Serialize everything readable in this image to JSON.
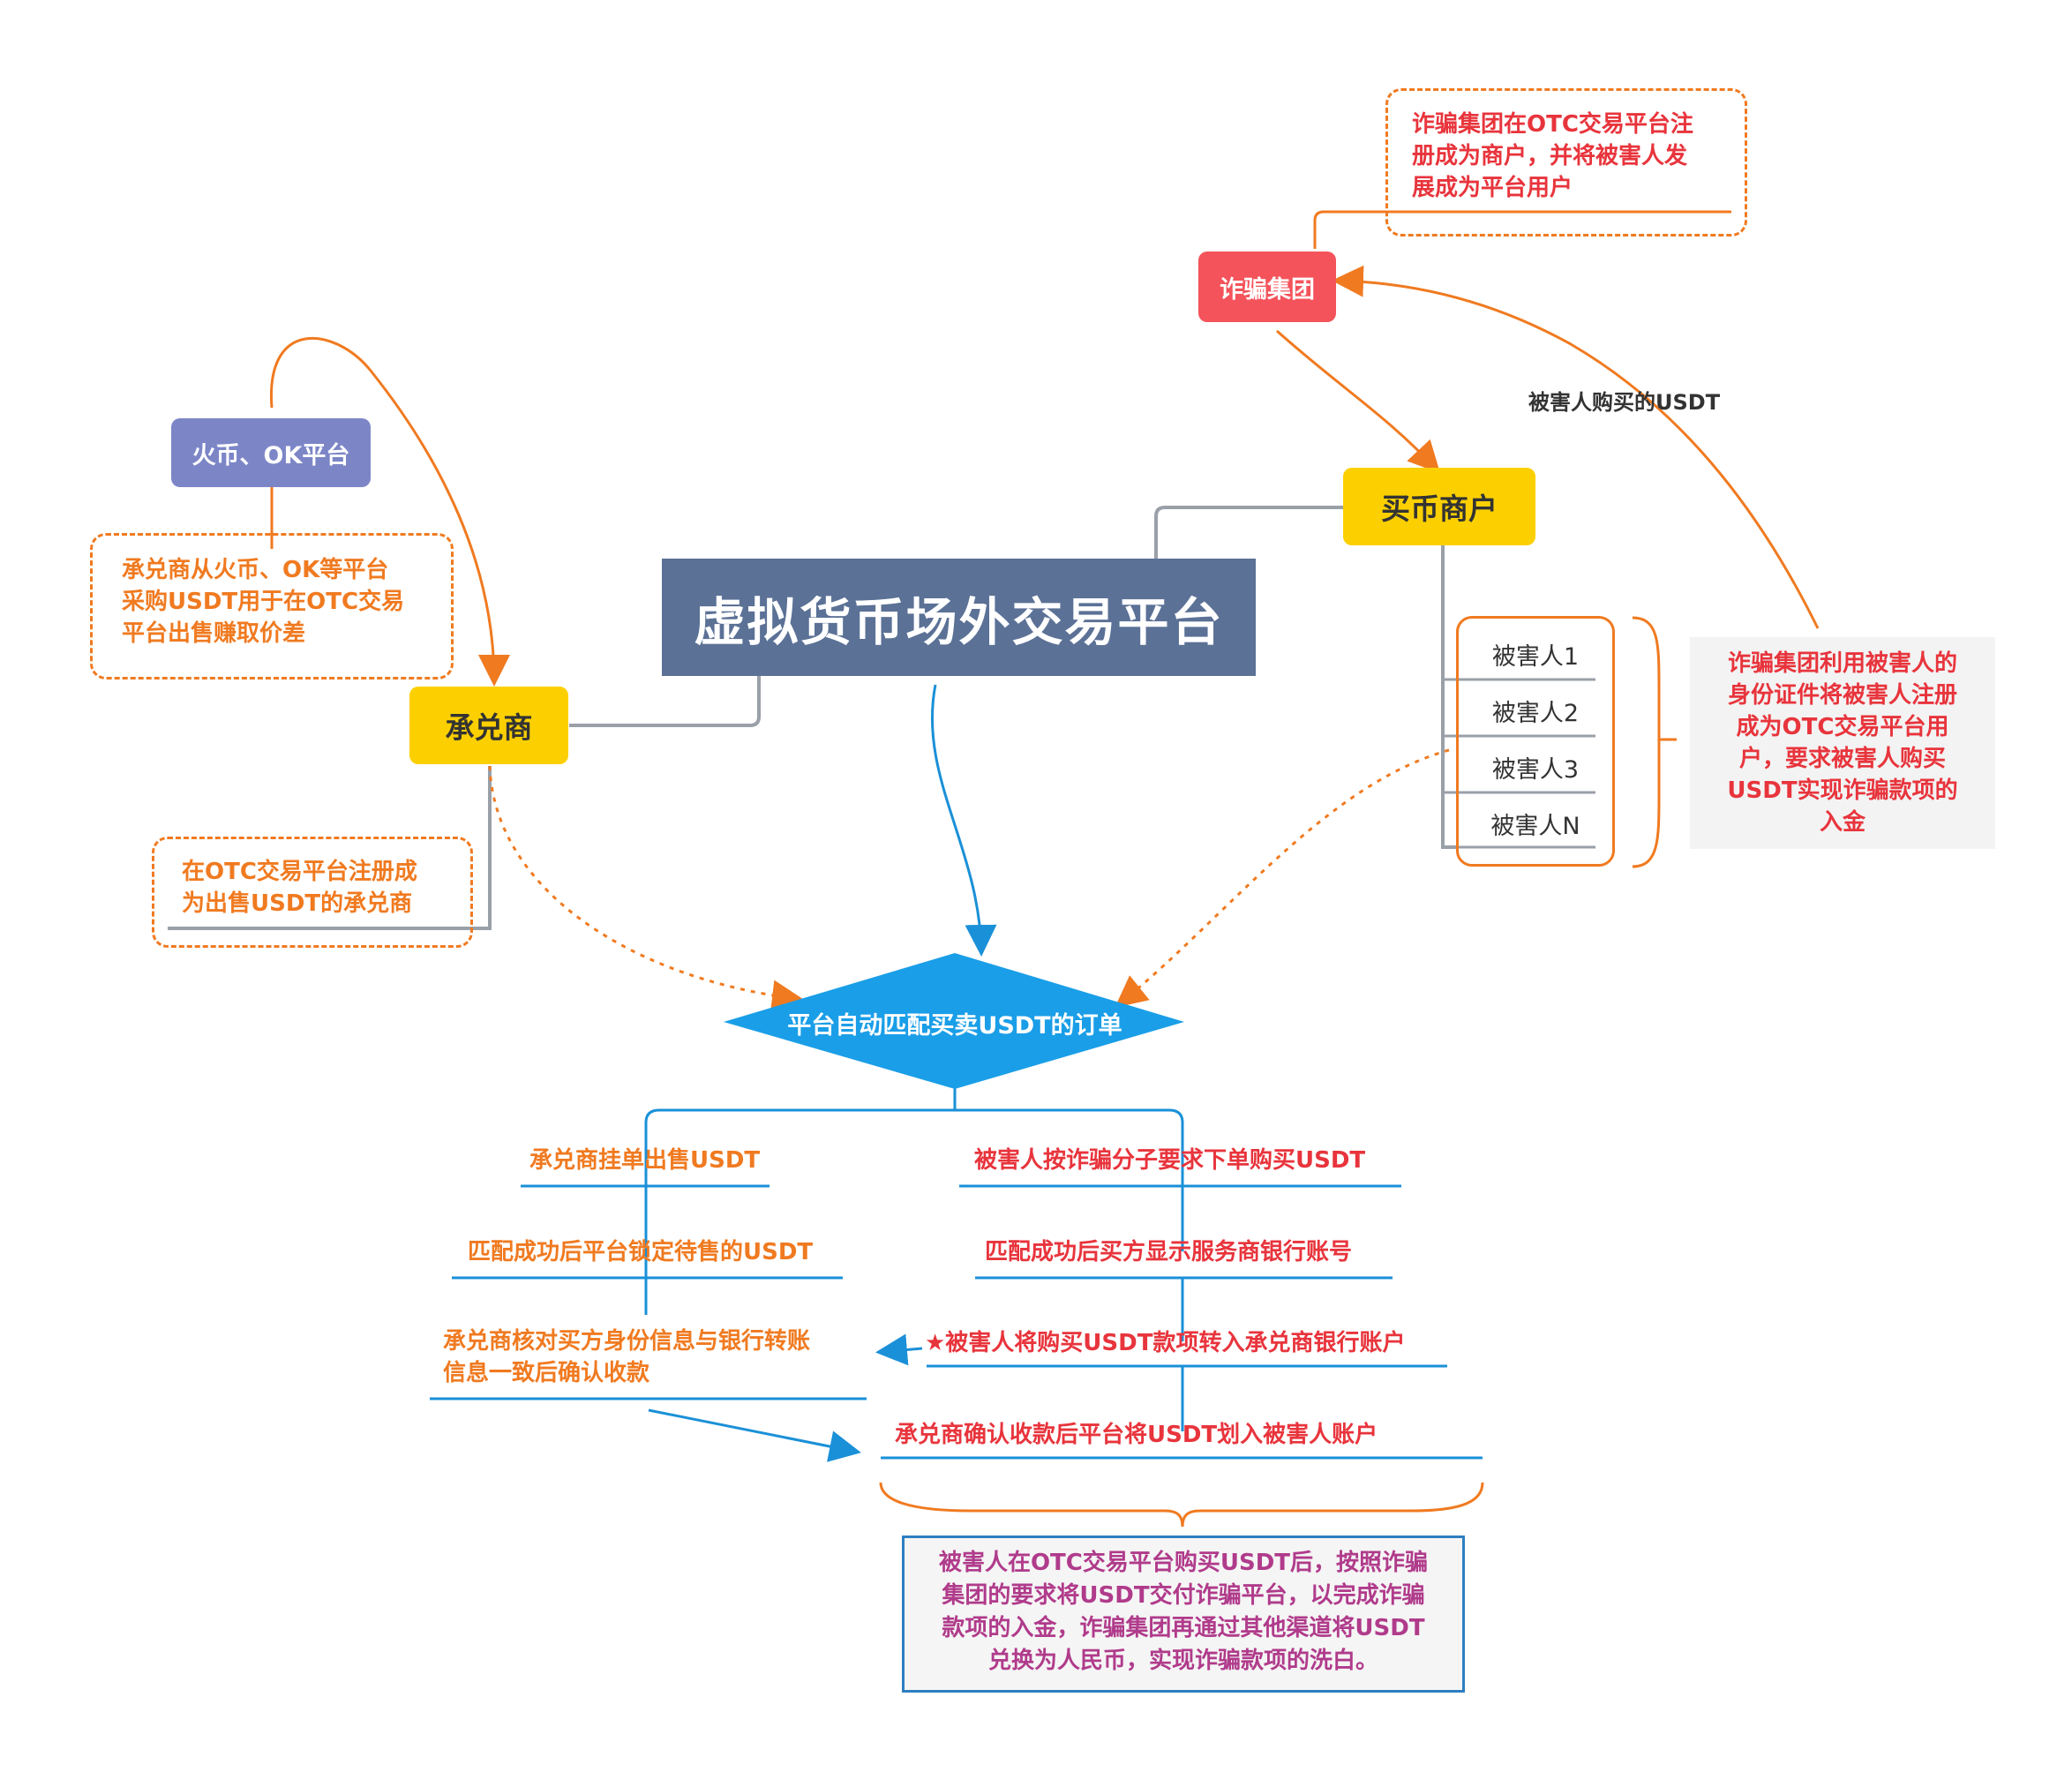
{
  "center": {
    "title": "虚拟货币场外交易平台"
  },
  "nodes": {
    "fraud_group": "诈骗集团",
    "coin_merchant": "买币商户",
    "acceptor": "承兑商",
    "exchange": "火币、OK平台"
  },
  "notes": {
    "fraud_group_note": [
      "诈骗集团在OTC交易平台注",
      "册成为商户，并将被害人发",
      "展成为平台用户"
    ],
    "exchange_note": [
      "承兑商从火币、OK等平台",
      "采购USDT用于在OTC交易",
      "平台出售赚取价差"
    ],
    "acceptor_note": [
      "在OTC交易平台注册成",
      "为出售USDT的承兑商"
    ],
    "victim_note": [
      "诈骗集团利用被害人的",
      "身份证件将被害人注册",
      "成为OTC交易平台用",
      "户，要求被害人购买",
      "USDT实现诈骗款项的",
      "入金"
    ],
    "usdt_label": "被害人购买的USDT"
  },
  "victims": [
    "被害人1",
    "被害人2",
    "被害人3",
    "被害人N"
  ],
  "decision": "平台自动匹配买卖USDT的订单",
  "left_flow": [
    "承兑商挂单出售USDT",
    "匹配成功后平台锁定待售的USDT",
    "承兑商核对买方身份信息与银行转账",
    "信息一致后确认收款"
  ],
  "right_flow": [
    "被害人按诈骗分子要求下单购买USDT",
    "匹配成功后买方显示服务商银行账号",
    "★被害人将购买USDT款项转入承兑商银行账户",
    "承兑商确认收款后平台将USDT划入被害人账户"
  ],
  "summary": [
    "被害人在OTC交易平台购买USDT后，按照诈骗",
    "集团的要求将USDT交付诈骗平台，以完成诈骗",
    "款项的入金，诈骗集团再通过其他渠道将USDT",
    "兑换为人民币，实现诈骗款项的洗白。"
  ],
  "colors": {
    "orange": "#f07a20",
    "red": "#e8343c",
    "blue": "#1a90d8",
    "slate": "#5b7196",
    "yellow": "#fcd000"
  }
}
